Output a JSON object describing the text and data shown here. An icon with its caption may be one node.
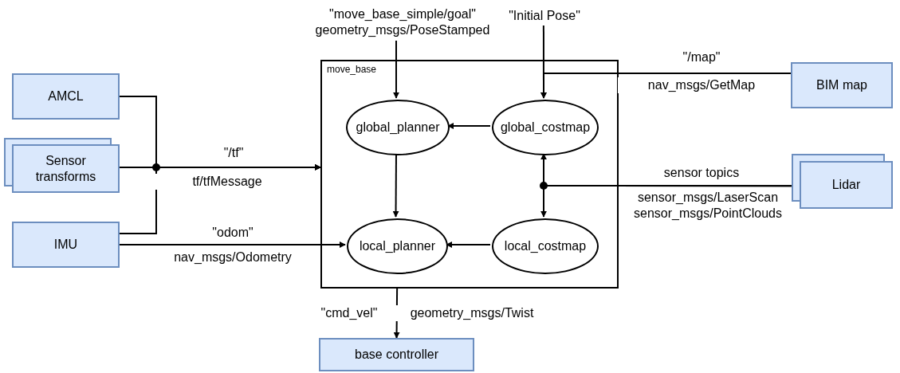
{
  "diagram": {
    "nodes": [
      {
        "text": [
          "AMCL"
        ]
      },
      {
        "text": [
          "Sensor transforms"
        ]
      },
      {
        "text": [
          "IMU"
        ]
      },
      {
        "text": [
          "\"move_base_simple/goal\" geometry_msgs/PoseStamped"
        ]
      },
      {
        "text": [
          "\"Initial Pose\""
        ]
      },
      {
        "text": [
          "move_base"
        ]
      },
      {
        "text": [
          "global_planner"
        ],
        "in": 5
      },
      {
        "text": [
          "global_costmap"
        ],
        "in": 5
      },
      {
        "text": [
          "local_planner"
        ],
        "in": 5
      },
      {
        "text": [
          "local_costmap"
        ],
        "in": 5
      },
      {
        "text": [
          "BIM map"
        ]
      },
      {
        "text": [
          "Lidar"
        ]
      },
      {
        "text": [
          "base controller"
        ]
      }
    ],
    "edges": [
      {
        "from": 0,
        "to": 5,
        "arrow": "to"
      },
      {
        "from": 1,
        "to": 5,
        "arrow": "to",
        "label": "\"/tf\""
      },
      {
        "from": 2,
        "to": 5,
        "arrow": "to"
      },
      {
        "from": 2,
        "to": 8,
        "arrow": "to",
        "label": "\"odom\""
      },
      {
        "from": 3,
        "to": 6,
        "arrow": "to"
      },
      {
        "from": 4,
        "to": 7,
        "arrow": "to"
      },
      {
        "from": 10,
        "to": 7,
        "arrow": "to",
        "label": "\"/map\""
      },
      {
        "from": 7,
        "to": 6,
        "arrow": "to"
      },
      {
        "from": 6,
        "to": 8,
        "arrow": "to"
      },
      {
        "from": 9,
        "to": 8,
        "arrow": "to"
      },
      {
        "from": 11,
        "to": 7,
        "arrow": "to",
        "label": "sensor topics"
      },
      {
        "from": 11,
        "to": 9,
        "arrow": "to"
      },
      {
        "from": 5,
        "to": 12,
        "arrow": "to",
        "label": "\"cmd_vel\""
      }
    ],
    "labels": [
      "tf/tfMessage",
      "nav_msgs/Odometry",
      "nav_msgs/GetMap",
      "sensor_msgs/LaserScan sensor_msgs/PointClouds",
      "geometry_msgs/Twist"
    ]
  }
}
